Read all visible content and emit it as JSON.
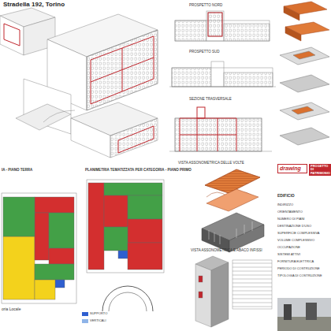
{
  "diagram": {
    "title": "Stradella 192, Torino",
    "nodes": [
      {
        "text": [
          "drawing"
        ]
      },
      {
        "text": [
          "PROGETTO DI PATRIMONIO"
        ]
      }
    ],
    "labels": [
      "PROSPETTO NORD",
      "PROSPETTO SUD",
      "SEZIONE TRASVERSALE",
      "IA - PIANO TERRA",
      "PLANIMETRIA TEMATIZZATA PER CATEGORIA - PIANO PRIMO",
      "VISTA ASSONOMETRICA DELLE VOLTE",
      "VISTA ASSONOMETRICA E ABACO INFISSI",
      "EDIFICIO",
      "INDIRIZZO",
      "ORIENTAMENTO",
      "NUMERO DI PIANI",
      "DESTINAZIONE D'USO",
      "SUPERFICIE COMPLESSIVA",
      "VOLUME COMPLESSIVO",
      "OCCUPAZIONE",
      "SISTEMI ATTIVI",
      "FORNITURA ELETTRICA",
      "PERIODO DI COSTRUZIONE",
      "TIPOLOGIA DI COSTRUZIONE",
      "oria Locale"
    ],
    "legend": [
      {
        "text": "SUPPORTO",
        "color": "#2f5fd0"
      },
      {
        "text": "VERTICALI",
        "color": "#8fb4e8"
      }
    ]
  }
}
